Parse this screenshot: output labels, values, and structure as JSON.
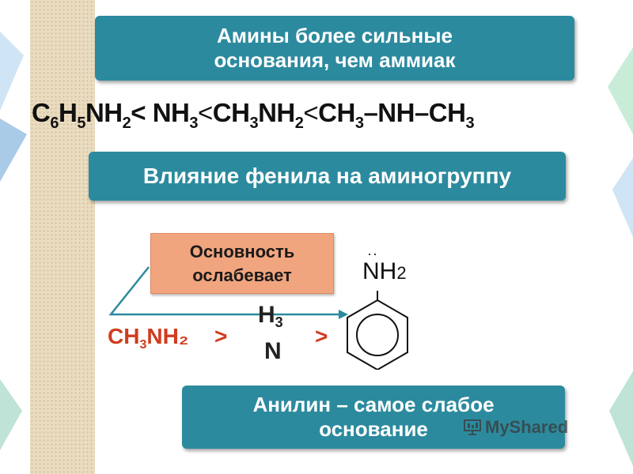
{
  "title_box": {
    "line1": "Амины более сильные",
    "line2": "основания, чем аммиак"
  },
  "basicity_series": {
    "aniline": {
      "c": "C",
      "c_sub": "6",
      "h": "H",
      "h_sub": "5",
      "nh": "NH",
      "nh_sub": "2"
    },
    "sep1": "<",
    "ammonia": {
      "nh": "NH",
      "nh_sub": "3"
    },
    "sep2": "<",
    "methylamine": {
      "ch": "CH",
      "ch_sub": "3",
      "nh": "NH",
      "nh_sub": "2"
    },
    "sep3": "<",
    "dimethylamine": {
      "ch_a": "CH",
      "ch_a_sub": "3",
      "middle": "–NH–CH",
      "ch_b_sub": "3"
    }
  },
  "phenyl_box": {
    "text": "Влияние фенила на аминогруппу"
  },
  "weakening_box": {
    "line1": "Основность",
    "line2": "ослабевает"
  },
  "comparison": {
    "methylamine": {
      "ch": "CH",
      "ch_sub": "3",
      "nh": "NH",
      "nh_sub": "₂"
    },
    "gt1": ">",
    "ammonia_top": {
      "h": "H",
      "h_sub": "3"
    },
    "ammonia_bottom": "N",
    "gt2": ">",
    "aniline_group": {
      "nh": "NH",
      "sub": "2",
      "lone_pair": "··"
    }
  },
  "conclusion_box": {
    "line1": "Анилин – самое слабое",
    "line2": "основание"
  },
  "watermark": {
    "text": "MyShared",
    "icon": "presentation-icon"
  },
  "colors": {
    "band": "#2c8a9e",
    "orange": "#f1a57e",
    "red_text": "#d13b1e",
    "tan": "#eadcc0",
    "arrow": "#2c8a9e"
  }
}
